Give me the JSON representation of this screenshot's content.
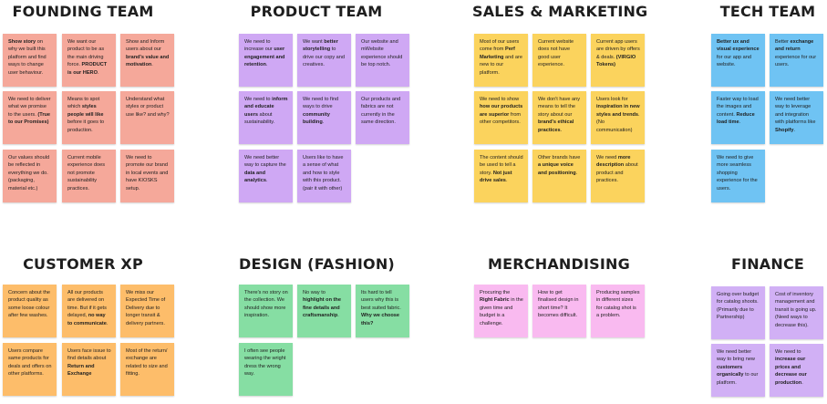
{
  "sections": {
    "founding": {
      "title": "FOUNDING TEAM",
      "notes": [
        [
          "",
          "Show story",
          " on why we built this platform and find ways to change user behaviour."
        ],
        [
          "We want our product to be as the main driving force. ",
          "PRODUCT is our HERO",
          "."
        ],
        [
          "Show and Inform users about our ",
          "brand's value and motivation",
          "."
        ],
        [
          "We need to deliver what we promise to the users. ",
          "(True to our Promises)",
          ""
        ],
        [
          "Means to spot which ",
          "styles people will like",
          " before it goes to production."
        ],
        [
          "Understand what styles or product use like? and why?",
          "",
          ""
        ],
        [
          "Our values should be reflected in everything we do. (packaging, material etc.)",
          "",
          ""
        ],
        [
          "Current mobile experience does not promote sustainability practices.",
          "",
          ""
        ],
        [
          "We need to promote our brand in local events and have KIOSKS setup.",
          "",
          ""
        ]
      ]
    },
    "product": {
      "title": "PRODUCT TEAM",
      "notes": [
        [
          "We need to increase our ",
          "user engagement and retention",
          "."
        ],
        [
          "We want ",
          "better storytelling",
          " to drive our copy and creatives."
        ],
        [
          "Our website and mWebsite experience should be top notch.",
          "",
          ""
        ],
        [
          "We need to ",
          "inform and educate users",
          " about sustainability."
        ],
        [
          "We need to find ways to drive ",
          "community building",
          "."
        ],
        [
          "Our products and fabrics are not currently in the same direction.",
          "",
          ""
        ],
        [
          "We need better way to capture the ",
          "data and analytics",
          "."
        ],
        [
          "Users like to have a sense of what and how to style with this product. (pair it with other)",
          "",
          ""
        ]
      ]
    },
    "sales": {
      "title": "SALES & MARKETING",
      "notes": [
        [
          "Most of our users come from ",
          "Perf Marketing",
          " and are new to our platform."
        ],
        [
          "Current website does not have good user experience.",
          "",
          ""
        ],
        [
          "Current app users are driven by offers & deals. ",
          "(VIRGIO Tokens)",
          ""
        ],
        [
          "We need to show ",
          "how our products are superior",
          " from other competitors."
        ],
        [
          "We don't have any means to tell the story about our ",
          "brand's ethical practices",
          "."
        ],
        [
          "Users look for ",
          "inspiration in new styles and trends",
          ". (No communication)"
        ],
        [
          "The content should be used to tell a story. ",
          "Not just drive sales",
          "."
        ],
        [
          "Other brands have ",
          "a unique voice and positioning",
          "."
        ],
        [
          "We need ",
          "more description",
          " about product and practices."
        ]
      ]
    },
    "tech": {
      "title": "TECH TEAM",
      "notes": [
        [
          "",
          "Better ux and visual experience",
          " for our app and website."
        ],
        [
          "Better ",
          "exchange and return",
          " experience for our users."
        ],
        [
          "Faster way to load the images and content. ",
          "Reduce load time",
          "."
        ],
        [
          "We need better way to leverage and integration with platforms like ",
          "Shopify",
          "."
        ],
        [
          "We need to give more seamless shopping experience for the users.",
          "",
          ""
        ]
      ]
    },
    "cx": {
      "title": "CUSTOMER XP",
      "notes": [
        [
          "Concern about the product quality as some loose colour after few washes.",
          "",
          ""
        ],
        [
          "All our products are delivered on time. But if it gets delayed, ",
          "no way to communicate",
          "."
        ],
        [
          "We miss our Expected Time of Delivery due to longer transit & delivery partners.",
          "",
          ""
        ],
        [
          "Users compare same products for deals and offers on other platforms.",
          "",
          ""
        ],
        [
          "Users face issue to find details about ",
          "Return and Exchange",
          ""
        ],
        [
          "Most of the return/ exchange are related to size and fitting.",
          "",
          ""
        ]
      ]
    },
    "design": {
      "title": "DESIGN (FASHION)",
      "notes": [
        [
          "There's no story on the collection. We should show more inspiration.",
          "",
          ""
        ],
        [
          "No way to ",
          "highlight on the fine details and craftsmanship",
          "."
        ],
        [
          "Its hard to tell users why this is best suited fabric. ",
          "Why we choose this?",
          ""
        ],
        [
          "I often see people wearing the wright dress the wrong way.",
          "",
          ""
        ]
      ]
    },
    "merch": {
      "title": "MERCHANDISING",
      "notes": [
        [
          "Procuring the ",
          "Right Fabric",
          " in the given time and budget is a challenge."
        ],
        [
          "How to get finalised design in short time? It becomes difficult.",
          "",
          ""
        ],
        [
          "Producing samples in different sizes for catalog shot is a problem.",
          "",
          ""
        ]
      ]
    },
    "finance": {
      "title": "FINANCE",
      "notes": [
        [
          "Going over budget for catalog shoots. (Primarily due to Partnership)",
          "",
          ""
        ],
        [
          "Cost of inventory management and transit is going up. (Need ways to decrease this).",
          "",
          ""
        ],
        [
          "We need better way to bring new ",
          "customers organically",
          " to our platform."
        ],
        [
          "We need to ",
          "increase our prices and decrease our production",
          "."
        ]
      ]
    }
  },
  "colors": {
    "founding": "#f5a89a",
    "product": "#cfa8f4",
    "sales": "#fbd35d",
    "tech": "#6fc3f3",
    "cx": "#fdbd6a",
    "design": "#86dea3",
    "merch": "#f9baf0",
    "finance": "#d1b0f5"
  }
}
